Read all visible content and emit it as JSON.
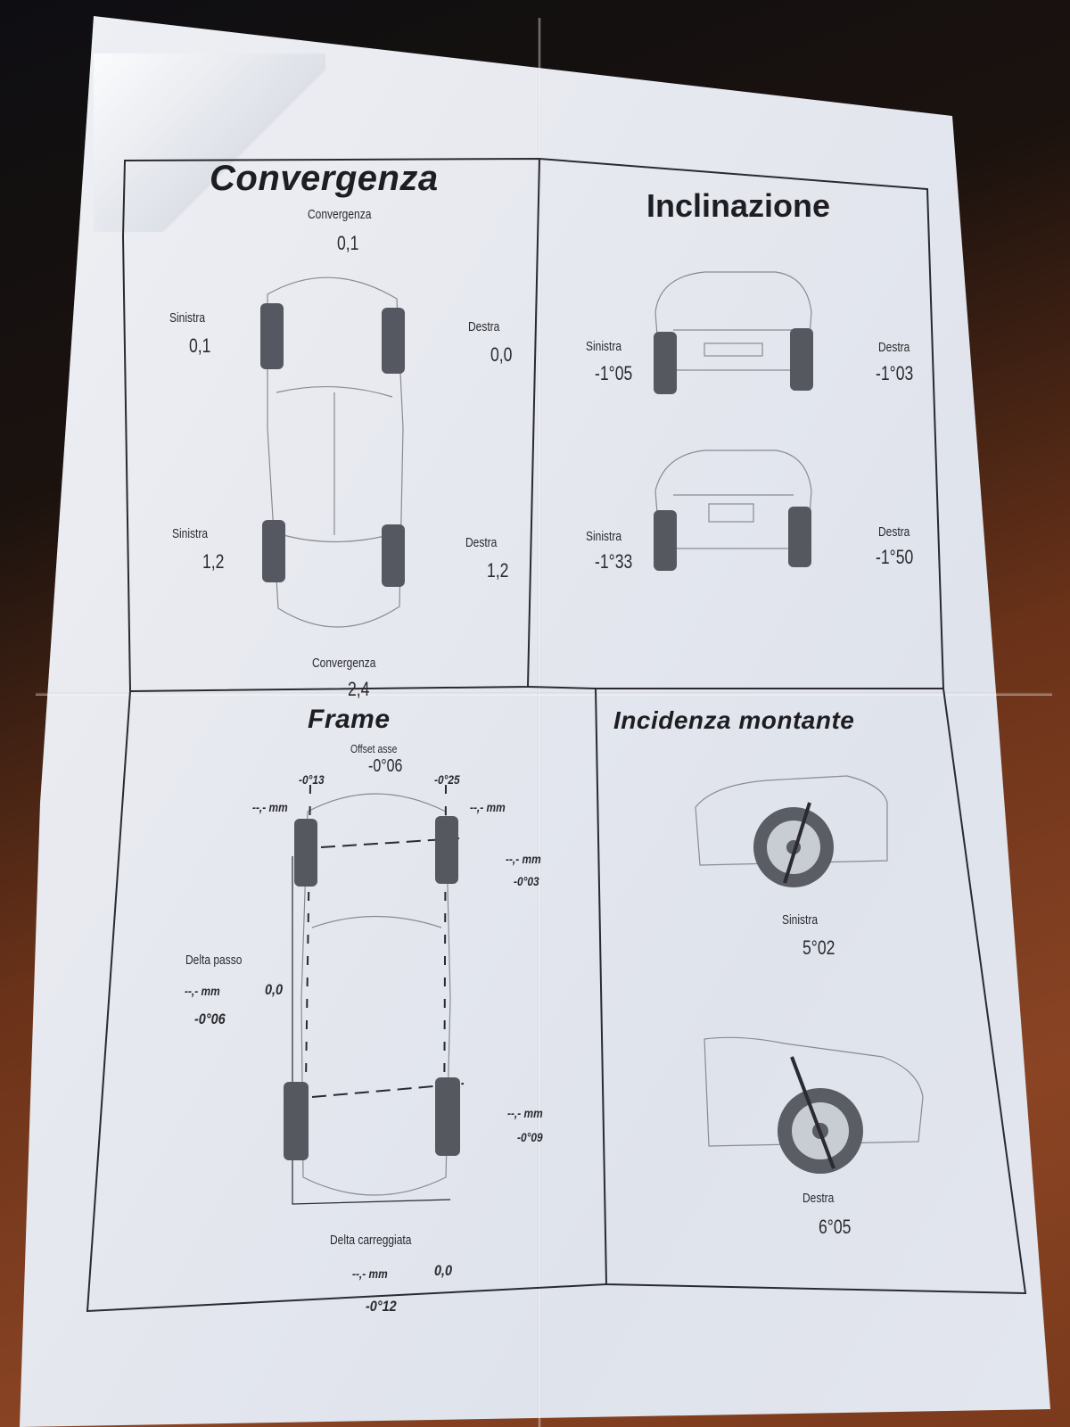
{
  "convergenza": {
    "title": "Convergenza",
    "front_total_label": "Convergenza",
    "front_total_value": "0,1",
    "front_left_label": "Sinistra",
    "front_left_value": "0,1",
    "front_right_label": "Destra",
    "front_right_value": "0,0",
    "rear_left_label": "Sinistra",
    "rear_left_value": "1,2",
    "rear_right_label": "Destra",
    "rear_right_value": "1,2",
    "rear_total_label": "Convergenza",
    "rear_total_value": "2,4"
  },
  "inclinazione": {
    "title": "Inclinazione",
    "front_left_label": "Sinistra",
    "front_left_value": "-1°05",
    "front_right_label": "Destra",
    "front_right_value": "-1°03",
    "rear_left_label": "Sinistra",
    "rear_left_value": "-1°33",
    "rear_right_label": "Destra",
    "rear_right_value": "-1°50"
  },
  "frame": {
    "title": "Frame",
    "offset_label": "Offset asse",
    "offset_value": "-0°06",
    "front_left_angle": "-0°13",
    "front_right_angle": "-0°25",
    "front_left_mm": "--,- mm",
    "front_right_mm": "--,- mm",
    "front_side_mm": "--,- mm",
    "front_side_angle": "-0°03",
    "delta_passo_label": "Delta passo",
    "delta_passo_mm": "--,- mm",
    "delta_passo_value": "0,0",
    "delta_passo_angle": "-0°06",
    "rear_side_mm": "--,- mm",
    "rear_side_angle": "-0°09",
    "delta_carreggiata_label": "Delta carreggiata",
    "delta_carreggiata_mm": "--,- mm",
    "delta_carreggiata_value": "0,0",
    "delta_carreggiata_angle": "-0°12"
  },
  "incidenza": {
    "title": "Incidenza montante",
    "left_label": "Sinistra",
    "left_value": "5°02",
    "right_label": "Destra",
    "right_value": "6°05"
  }
}
